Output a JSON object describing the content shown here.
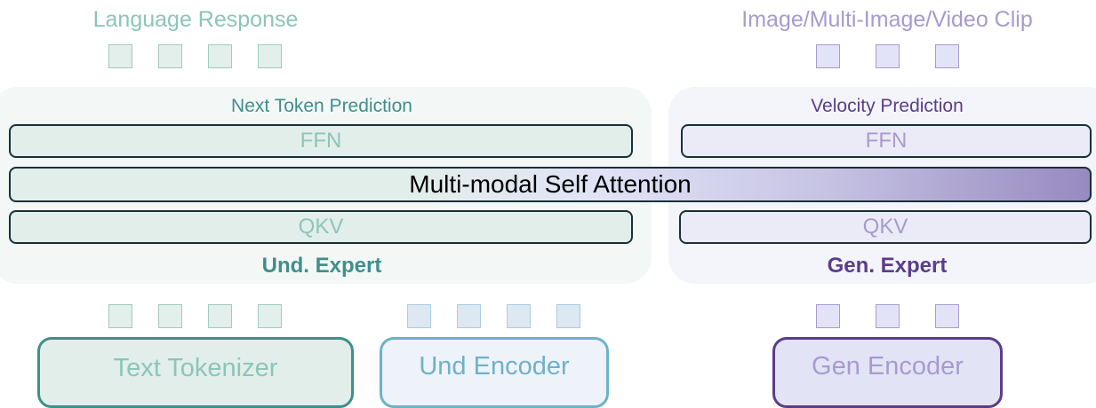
{
  "outputs": {
    "language": "Language Response",
    "visual": "Image/Multi-Image/Video Clip"
  },
  "und_expert": {
    "head": "Next Token Prediction",
    "ffn": "FFN",
    "qkv": "QKV",
    "name": "Und. Expert"
  },
  "gen_expert": {
    "head": "Velocity Prediction",
    "ffn": "FFN",
    "qkv": "QKV",
    "name": "Gen. Expert"
  },
  "shared": {
    "attention": "Multi-modal Self Attention"
  },
  "inputs": {
    "text_tokenizer": "Text Tokenizer",
    "und_encoder": "Und Encoder",
    "gen_encoder": "Gen Encoder"
  },
  "colors": {
    "teal": "#3f8f8a",
    "purple": "#5a3d8a",
    "light_teal": "#8cc5b9",
    "light_purple": "#a89ad0"
  }
}
